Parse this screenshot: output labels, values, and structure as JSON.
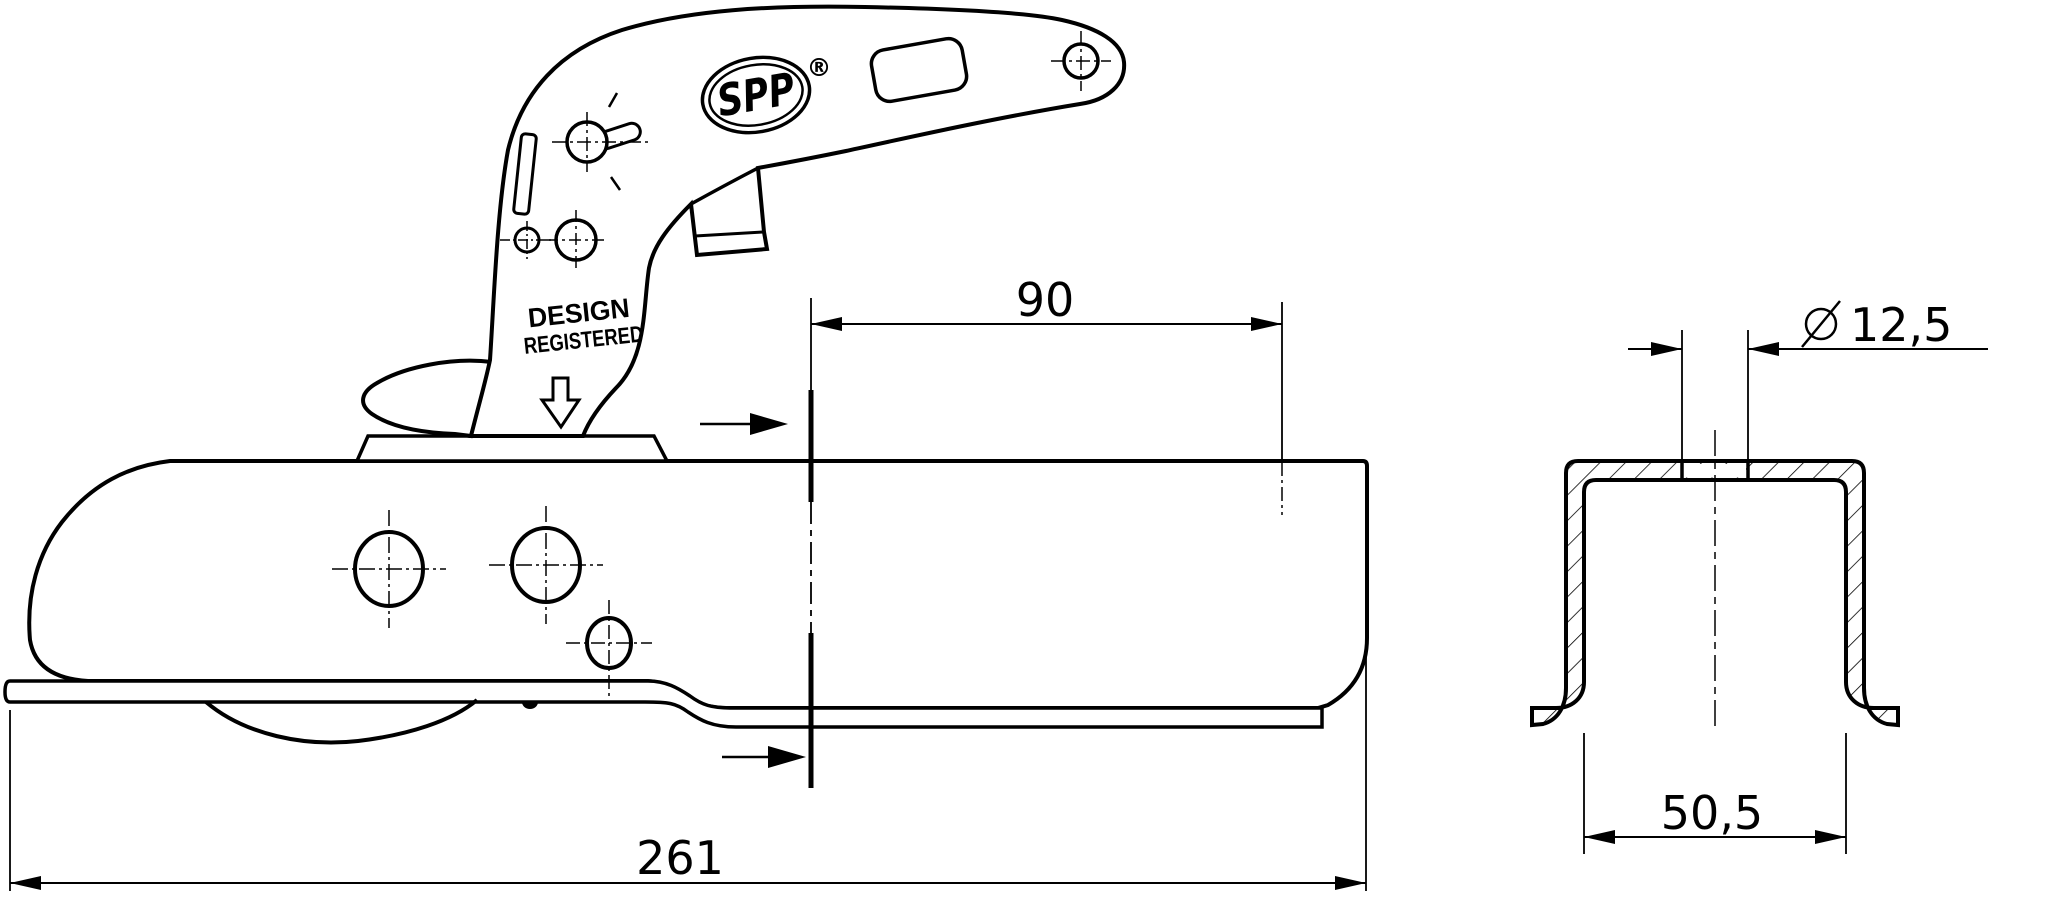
{
  "page": {
    "background": "#ffffff",
    "line_color": "#000000"
  },
  "drawing": {
    "logo": {
      "text": "SPP",
      "registered_mark": "®"
    },
    "marking": {
      "line1": "DESIGN",
      "line2": "REGISTERED"
    },
    "dimensions": {
      "overall_length": {
        "value": "261"
      },
      "section_to_hole": {
        "value": "90"
      },
      "hole_diameter": {
        "symbol": "⌀",
        "value": "12,5"
      },
      "channel_inner_width": {
        "value": "50,5"
      }
    }
  }
}
